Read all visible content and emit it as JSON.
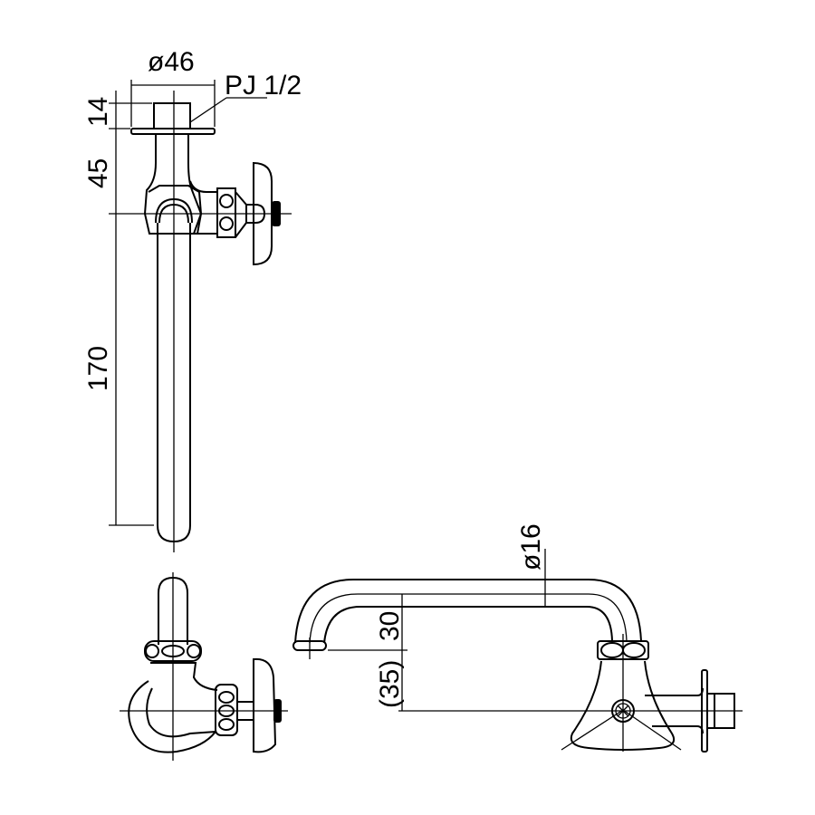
{
  "drawing": {
    "type": "faucet dimension drawing",
    "colors": {
      "line": "#000000",
      "background": "#ffffff"
    },
    "views": {
      "front": {
        "labels": {
          "diameter_top": "ø46",
          "thread": "PJ 1/2",
          "height_top": "14",
          "height_mid": "45",
          "height_spout": "170"
        }
      },
      "side": {},
      "spout_side": {
        "labels": {
          "pipe_diameter": "ø16",
          "height_spout": "30",
          "height_ref": "(35)"
        }
      }
    }
  }
}
